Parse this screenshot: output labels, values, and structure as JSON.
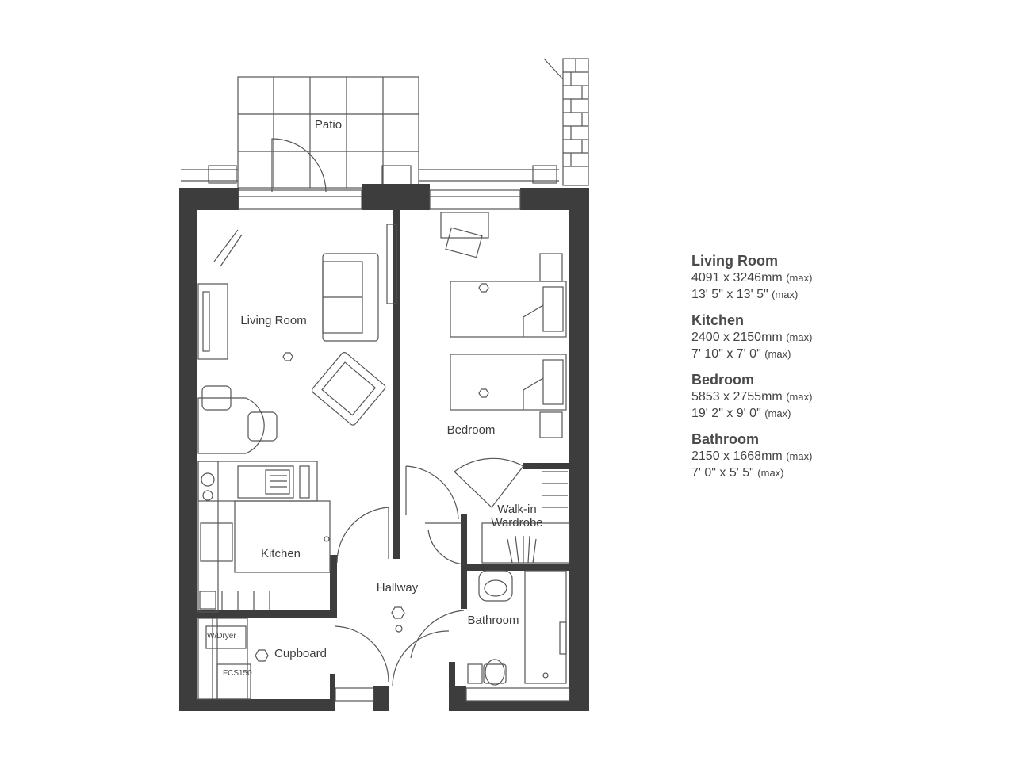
{
  "rooms": {
    "patio": "Patio",
    "living_room": "Living Room",
    "bedroom": "Bedroom",
    "kitchen": "Kitchen",
    "hallway": "Hallway",
    "walk_in_wardrobe_line1": "Walk-in",
    "walk_in_wardrobe_line2": "Wardrobe",
    "bathroom": "Bathroom",
    "cupboard": "Cupboard"
  },
  "fixtures": {
    "washer_dryer": "W/Dryer",
    "cylinder": "FCS150"
  },
  "legend": [
    {
      "name": "Living Room",
      "metric": "4091 x 3246mm",
      "imperial": "13' 5\" x 13' 5\"",
      "qualifier": "(max)"
    },
    {
      "name": "Kitchen",
      "metric": "2400 x 2150mm",
      "imperial": "7' 10\" x 7' 0\"",
      "qualifier": "(max)"
    },
    {
      "name": "Bedroom",
      "metric": "5853 x 2755mm",
      "imperial": "19' 2\" x 9' 0\"",
      "qualifier": "(max)"
    },
    {
      "name": "Bathroom",
      "metric": "2150 x 1668mm",
      "imperial": "7' 0\" x 5' 5\"",
      "qualifier": "(max)"
    }
  ],
  "colors": {
    "wall": "#3d3d3d",
    "line": "#555555",
    "text": "#3a3a3a"
  }
}
